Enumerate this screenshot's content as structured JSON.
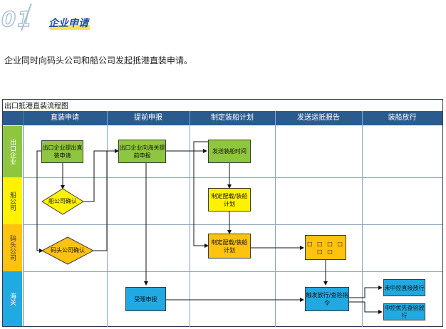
{
  "section": {
    "number": "01",
    "title": "企业申请",
    "intro": "企业同时向码头公司和船公司发起抵港直装申请。"
  },
  "diagram": {
    "title": "出口抵港直装流程图",
    "columns": [
      "直装申请",
      "提前申报",
      "制定装船计划",
      "发送运抵报告",
      "装船放行"
    ],
    "lanes": [
      "出口企业",
      "船公司",
      "码头公司",
      "海关"
    ],
    "nodes": {
      "apply": "出口企业提出直装申请",
      "ship_confirm": "船公司确认",
      "terminal_confirm": "码头公司确认",
      "declare": "出口企业向海关提前申报",
      "send_time": "发送装船时间",
      "plan_ship": "制定配载/装船计划",
      "plan_terminal": "制定配载/装船计划",
      "arrival_report": "□ □ □ □ □ □",
      "accept": "受理申报",
      "release": "触发放行/查验指令",
      "direct_load": "未中控直接放行",
      "inspect_load": "中控优先查验放行"
    }
  },
  "colors": {
    "header": "#2b5b8e",
    "lane_exporter": "#8ec63f",
    "lane_ship": "#fff200",
    "lane_terminal": "#ffc20e",
    "lane_customs": "#21a9e1",
    "title_accent": "#1a4f9c",
    "title_highlight": "#fbe25a"
  }
}
